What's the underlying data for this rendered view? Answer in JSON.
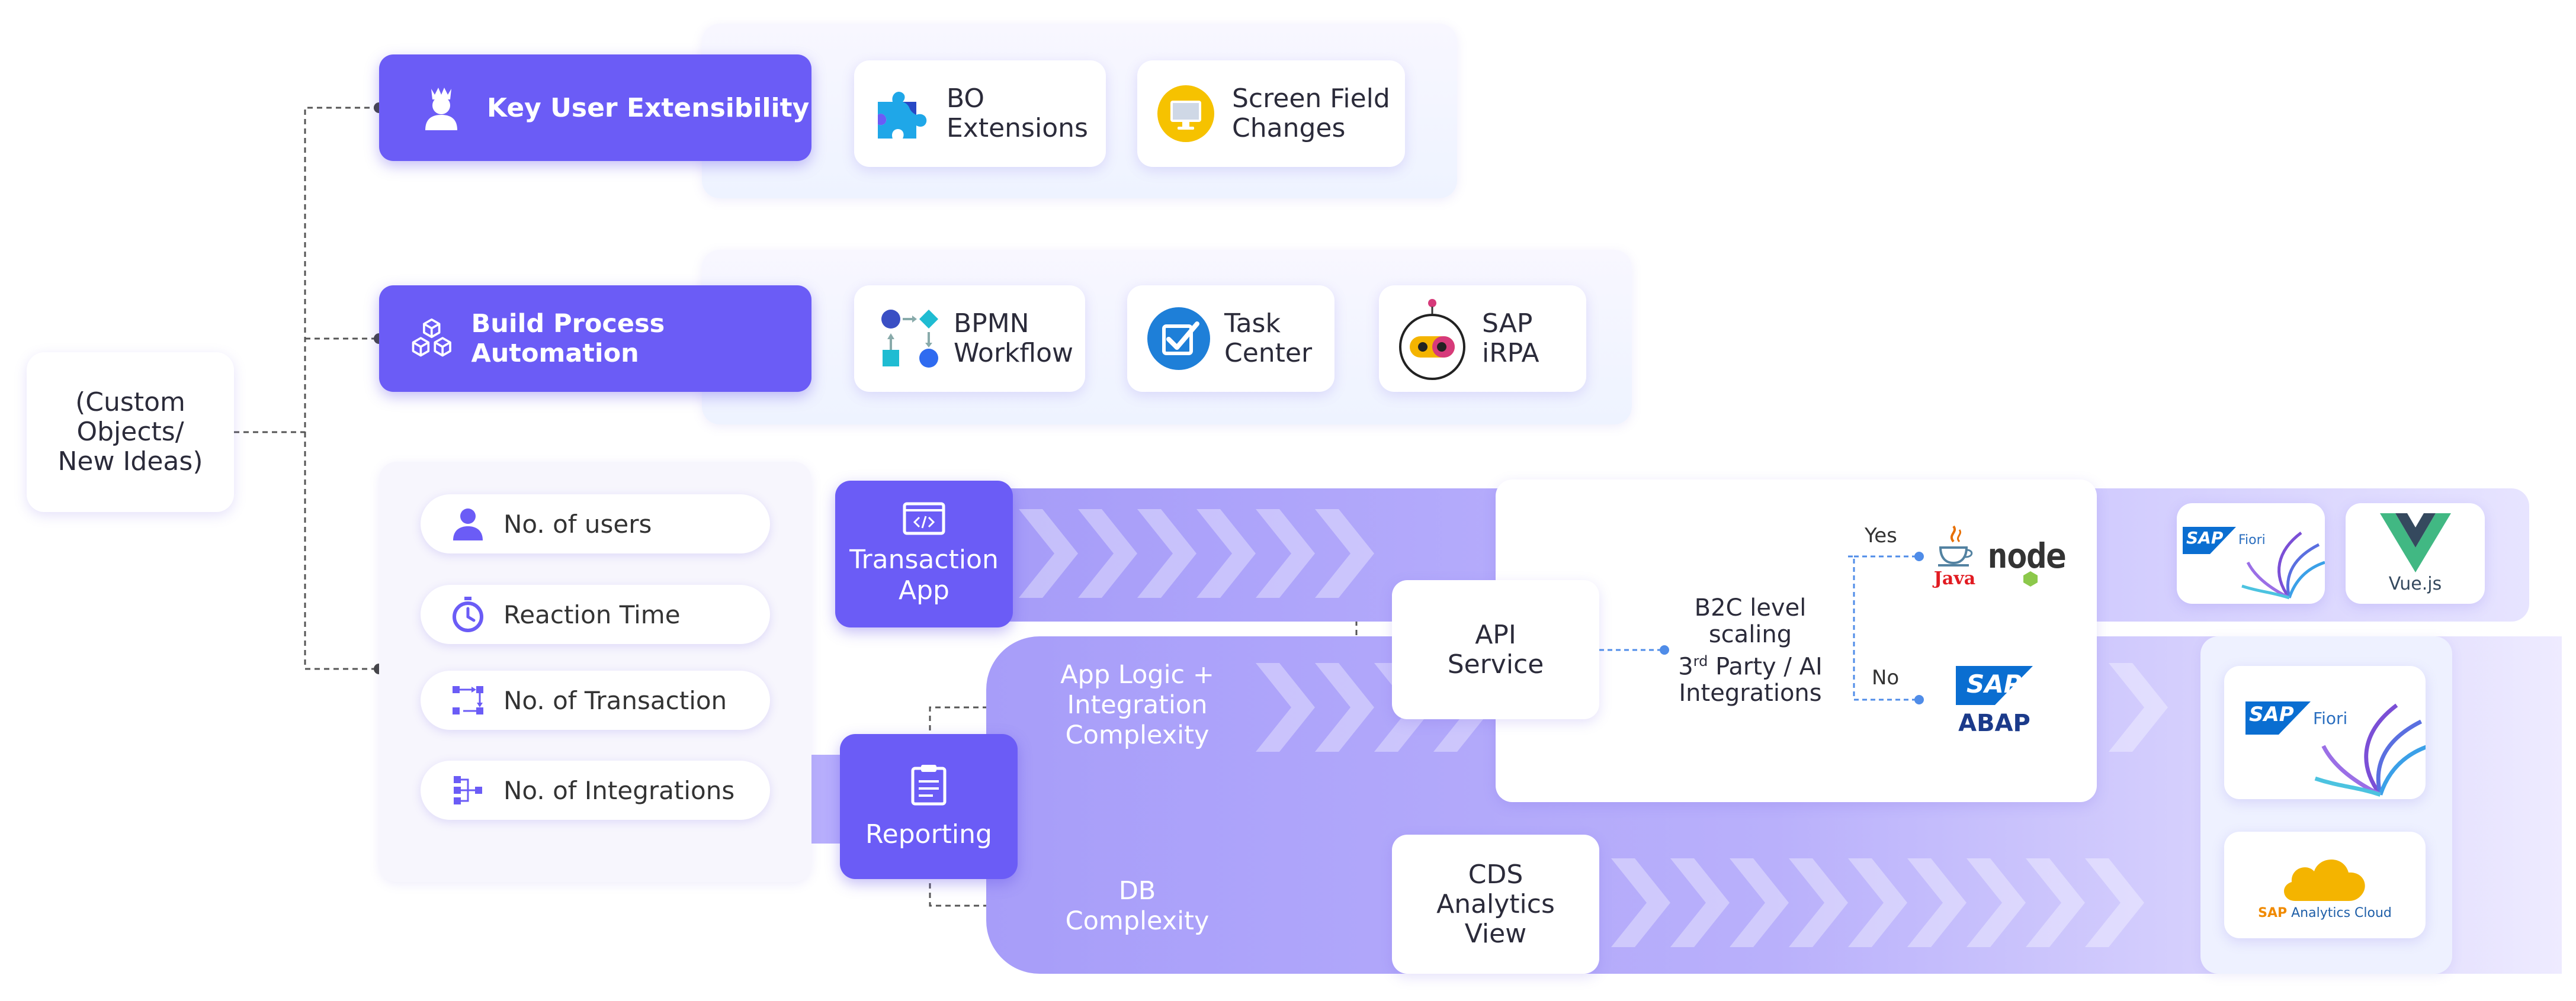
{
  "root_node": {
    "label": "(Custom\nObjects/\nNew Ideas)"
  },
  "key_user": {
    "label": "Key User Extensibility",
    "tools": [
      {
        "label": "BO\nExtensions",
        "icon": "puzzle-icon"
      },
      {
        "label": "Screen Field\nChanges",
        "icon": "monitor-icon"
      }
    ]
  },
  "bpa": {
    "label": "Build Process Automation",
    "tools": [
      {
        "label": "BPMN\nWorkflow",
        "icon": "workflow-icon"
      },
      {
        "label": "Task\nCenter",
        "icon": "checkbox-icon"
      },
      {
        "label": "SAP\niRPA",
        "icon": "robot-icon"
      }
    ]
  },
  "criteria": [
    {
      "label": "No. of users",
      "icon": "user-icon"
    },
    {
      "label": "Reaction Time",
      "icon": "stopwatch-icon"
    },
    {
      "label": "No. of Transaction",
      "icon": "transaction-icon"
    },
    {
      "label": "No. of Integrations",
      "icon": "integration-icon"
    }
  ],
  "transaction_app": {
    "label": "Transaction\nApp"
  },
  "reporting": {
    "label": "Reporting"
  },
  "app_logic": {
    "label": "App Logic +\nIntegration\nComplexity"
  },
  "db_complexity": {
    "label": "DB\nComplexity"
  },
  "api_service": {
    "label": "API\nService"
  },
  "cds_view": {
    "label": "CDS\nAnalytics\nView"
  },
  "b2c": {
    "line1": "B2C level",
    "line2": "scaling",
    "line3_pre": "3",
    "line3_sup": "rd",
    "line3_post": " Party / AI",
    "line4": "Integrations"
  },
  "branches": {
    "yes": "Yes",
    "no": "No"
  },
  "logos": {
    "java": "Java",
    "node": "node",
    "sap_abap_top": "SAP",
    "sap_abap_bottom": "ABAP",
    "sap_fiori_sap": "SAP",
    "sap_fiori_text": "Fiori",
    "vue": "Vue.js",
    "sac_sap": "SAP",
    "sac_text": "Analytics Cloud"
  },
  "colors": {
    "accent": "#6b5cf6",
    "lavender": "#b7aefc",
    "panel": "#f5f6ff"
  }
}
